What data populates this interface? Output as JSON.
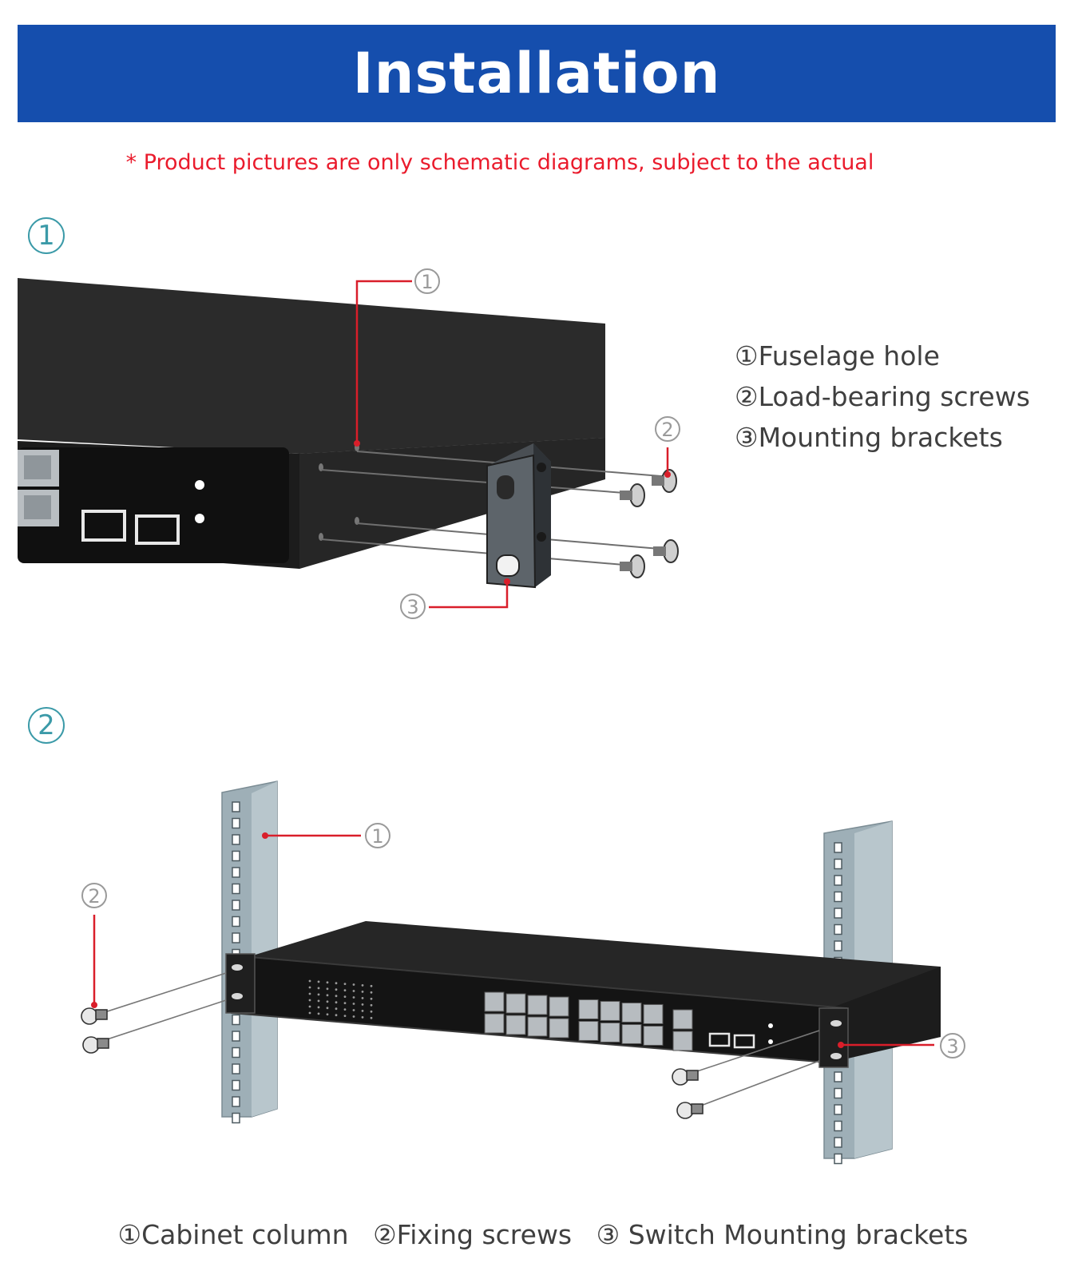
{
  "header": {
    "title": "Installation"
  },
  "note": "* Product pictures are only schematic diagrams, subject to the actual",
  "steps": [
    {
      "number": "1"
    },
    {
      "number": "2"
    }
  ],
  "step1": {
    "callouts": [
      "1",
      "2",
      "3"
    ],
    "legend": [
      "①Fuselage hole",
      "②Load-bearing screws",
      "③Mounting brackets"
    ]
  },
  "step2": {
    "callouts": [
      "1",
      "2",
      "3"
    ],
    "caption": [
      "①Cabinet column",
      "②Fixing screws",
      "③ Switch Mounting brackets"
    ]
  },
  "colors": {
    "banner": "#154ead",
    "note": "#ea1b2c",
    "callout_line": "#d91e2a",
    "step_circle": "#3b9aa8",
    "device": "#1f1f1f",
    "rack": "#9eafb7"
  }
}
